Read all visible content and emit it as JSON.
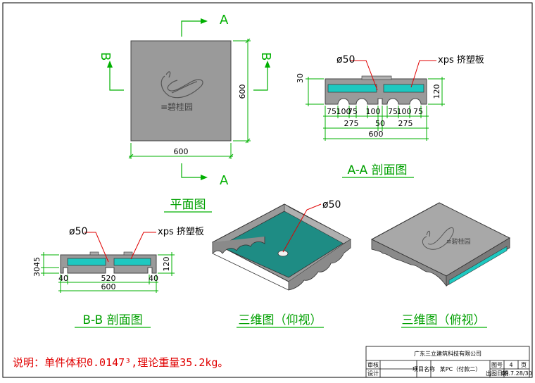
{
  "section_markers": {
    "a": "A",
    "b": "B"
  },
  "plan_view": {
    "caption": "平面图",
    "dim_width": "600",
    "dim_height": "600",
    "logo_text": "≡碧桂园"
  },
  "section_aa": {
    "caption": "A-A 剖面图",
    "hole_label": "ø50",
    "xps_label": "xps 挤塑板",
    "dim_left_top": "30",
    "dim_right": "120",
    "segments": [
      "75",
      "100",
      "75",
      "100",
      "75",
      "100",
      "75"
    ],
    "seg_sub": [
      "275",
      "50",
      "275"
    ],
    "total": "600"
  },
  "section_bb": {
    "caption": "B-B 剖面图",
    "hole_label": "ø50",
    "xps_label": "xps 挤塑板",
    "dim_left_a": "45",
    "dim_left_b": "30",
    "dim_right": "120",
    "segments": [
      "40",
      "520",
      "40"
    ],
    "total": "600"
  },
  "view_3d_bottom": {
    "caption": "三维图（仰视）",
    "hole_label": "ø50"
  },
  "view_3d_top": {
    "caption": "三维图（俯视）",
    "logo_text": "≡碧桂园"
  },
  "note": "说明：单件体积0.0147³,理论重量35.2kg。",
  "title_block": {
    "company": "广东三立建筑科技有限公司",
    "row1_label": "审核",
    "row2_label": "设计",
    "project_label": "项目名称",
    "project_value": "某PC（付款二）",
    "field_a_label": "图号",
    "field_a_value": "4",
    "field_b_label": "页",
    "field_b_value": "",
    "date_label": "出图日期",
    "date_value": "09.7.28/30"
  },
  "colors": {
    "concrete": "#9a9a9a",
    "concrete_dark": "#7a7a7a",
    "insulation": "#1ec8c0",
    "dim_lines": "#00b000",
    "note_text": "#e00000"
  }
}
